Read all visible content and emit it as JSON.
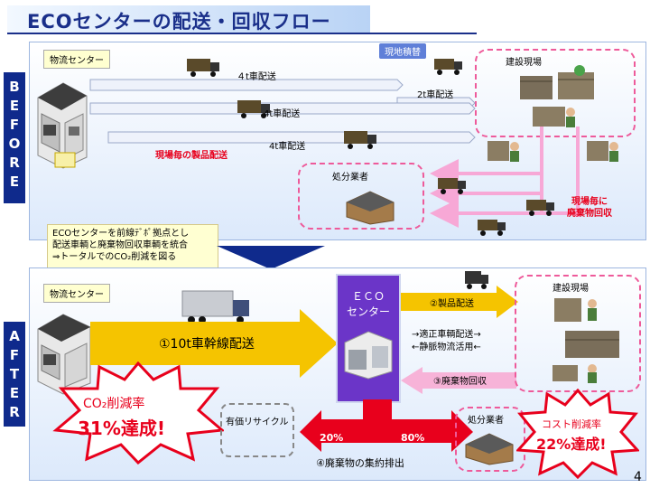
{
  "title": "ECOセンターの配送・回収フロー",
  "before": {
    "side_label": "BEFORE",
    "letters": [
      "B",
      "E",
      "F",
      "O",
      "R",
      "E"
    ],
    "logistics_center": "物流センター",
    "site_stock": "現地積替",
    "construction_site": "建設現場",
    "route1": "４t車配送",
    "route2": "2t車配送",
    "route3": "4t車配送",
    "route4": "4t車配送",
    "per_site_delivery": "現場毎の製品配送",
    "disposal_company": "処分業者",
    "per_site_collection_1": "現場毎に",
    "per_site_collection_2": "廃棄物回収"
  },
  "note": {
    "line1": "ECOセンターを前線ﾃﾞﾎﾟ拠点とし",
    "line2": "配送車輌と廃棄物回収車輌を統合",
    "line3": "⇒トータルでのCO₂削減を図る"
  },
  "after": {
    "side_label": "AFTER",
    "letters": [
      "A",
      "F",
      "T",
      "E",
      "R"
    ],
    "logistics_center": "物流センター",
    "eco_center_1": "ＥＣＯ",
    "eco_center_2": "センター",
    "product_delivery": "②製品配送",
    "construction_site": "建設現場",
    "trunk_delivery": "①10t車幹線配送",
    "vehicles_1": "適正車輌配送",
    "vehicles_2": "静脈物流活用",
    "waste_collection": "③廃棄物回収",
    "co2_label": "CO₂削減率",
    "co2_value": "31%達成!",
    "recycle": "有価リサイクル",
    "disposal_company": "処分業者",
    "pct_recycle": "20%",
    "pct_disposal": "80%",
    "consolidated": "④廃棄物の集約排出",
    "cost_label": "コスト削減率",
    "cost_value": "22%達成!"
  },
  "page_number": "4",
  "colors": {
    "title_text": "#1a2f8a",
    "side_bar": "#0f2a8c",
    "arrow_yellow": "#f5c400",
    "eco_purple": "#6b35c8",
    "accent_red": "#e8001c",
    "collection_pink": "#f7b3d8"
  }
}
